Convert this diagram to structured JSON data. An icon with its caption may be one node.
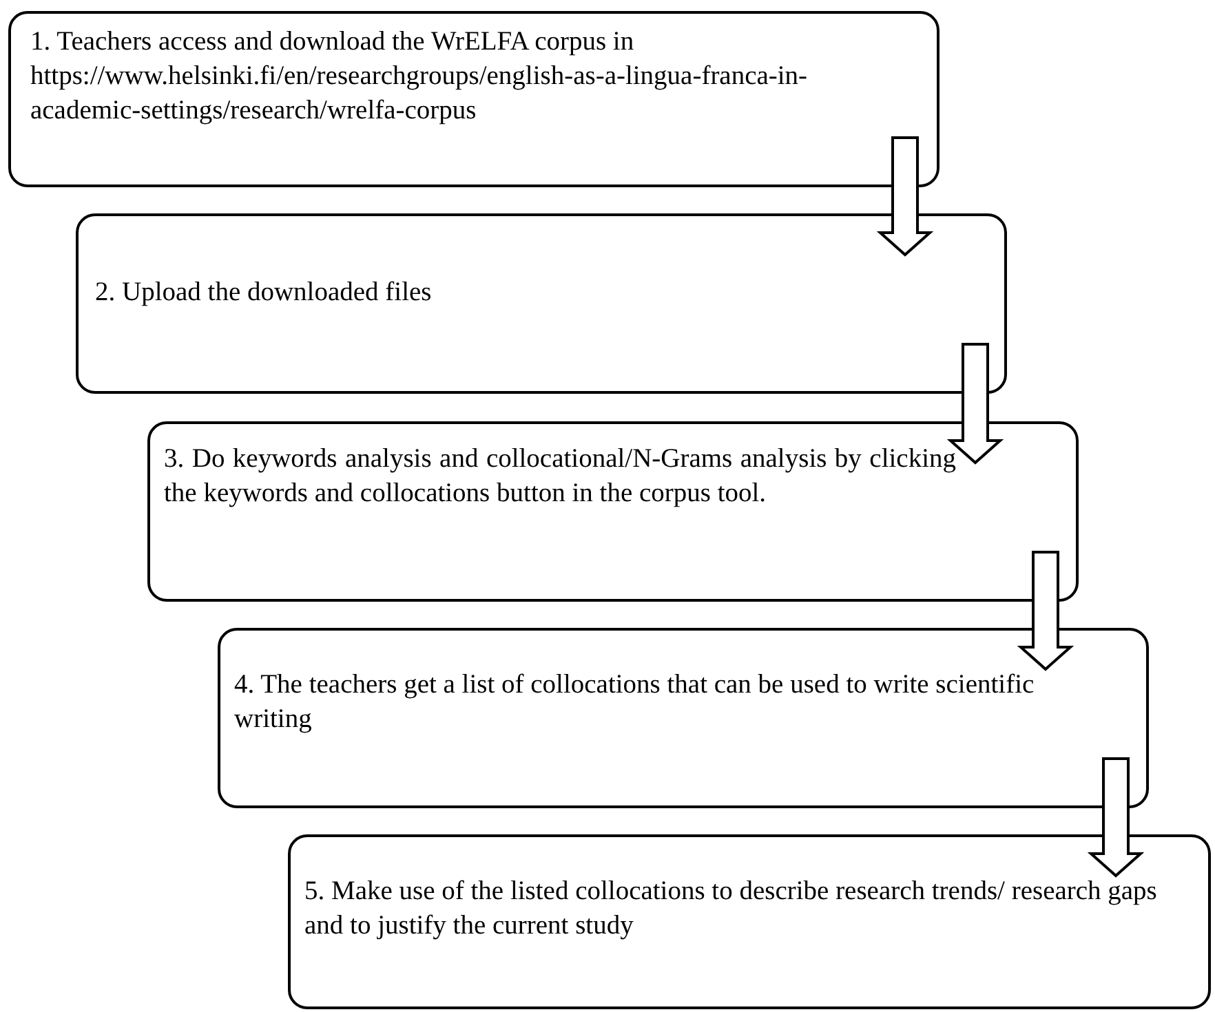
{
  "diagram": {
    "nodes": [
      {
        "text": [
          "1. Teachers access and download the WrELFA corpus in https://www.helsinki.fi/en/researchgroups/english-as-a-lingua-franca-in-academic-settings/research/wrelfa-corpus"
        ]
      },
      {
        "text": [
          "2. Upload the downloaded files"
        ]
      },
      {
        "text": [
          "3. Do keywords analysis and collocational/N-Grams analysis by clicking the keywords and collocations button in the corpus tool."
        ]
      },
      {
        "text": [
          "4. The teachers get a list of collocations that can be used to write scientific writing"
        ]
      },
      {
        "text": [
          "5. Make use of the listed collocations to describe research trends/ research gaps and to justify the current study"
        ]
      }
    ],
    "edges": [
      {
        "from": 0,
        "to": 1,
        "arrow": "to"
      },
      {
        "from": 1,
        "to": 2,
        "arrow": "to"
      },
      {
        "from": 2,
        "to": 3,
        "arrow": "to"
      },
      {
        "from": 3,
        "to": 4,
        "arrow": "to"
      }
    ]
  }
}
